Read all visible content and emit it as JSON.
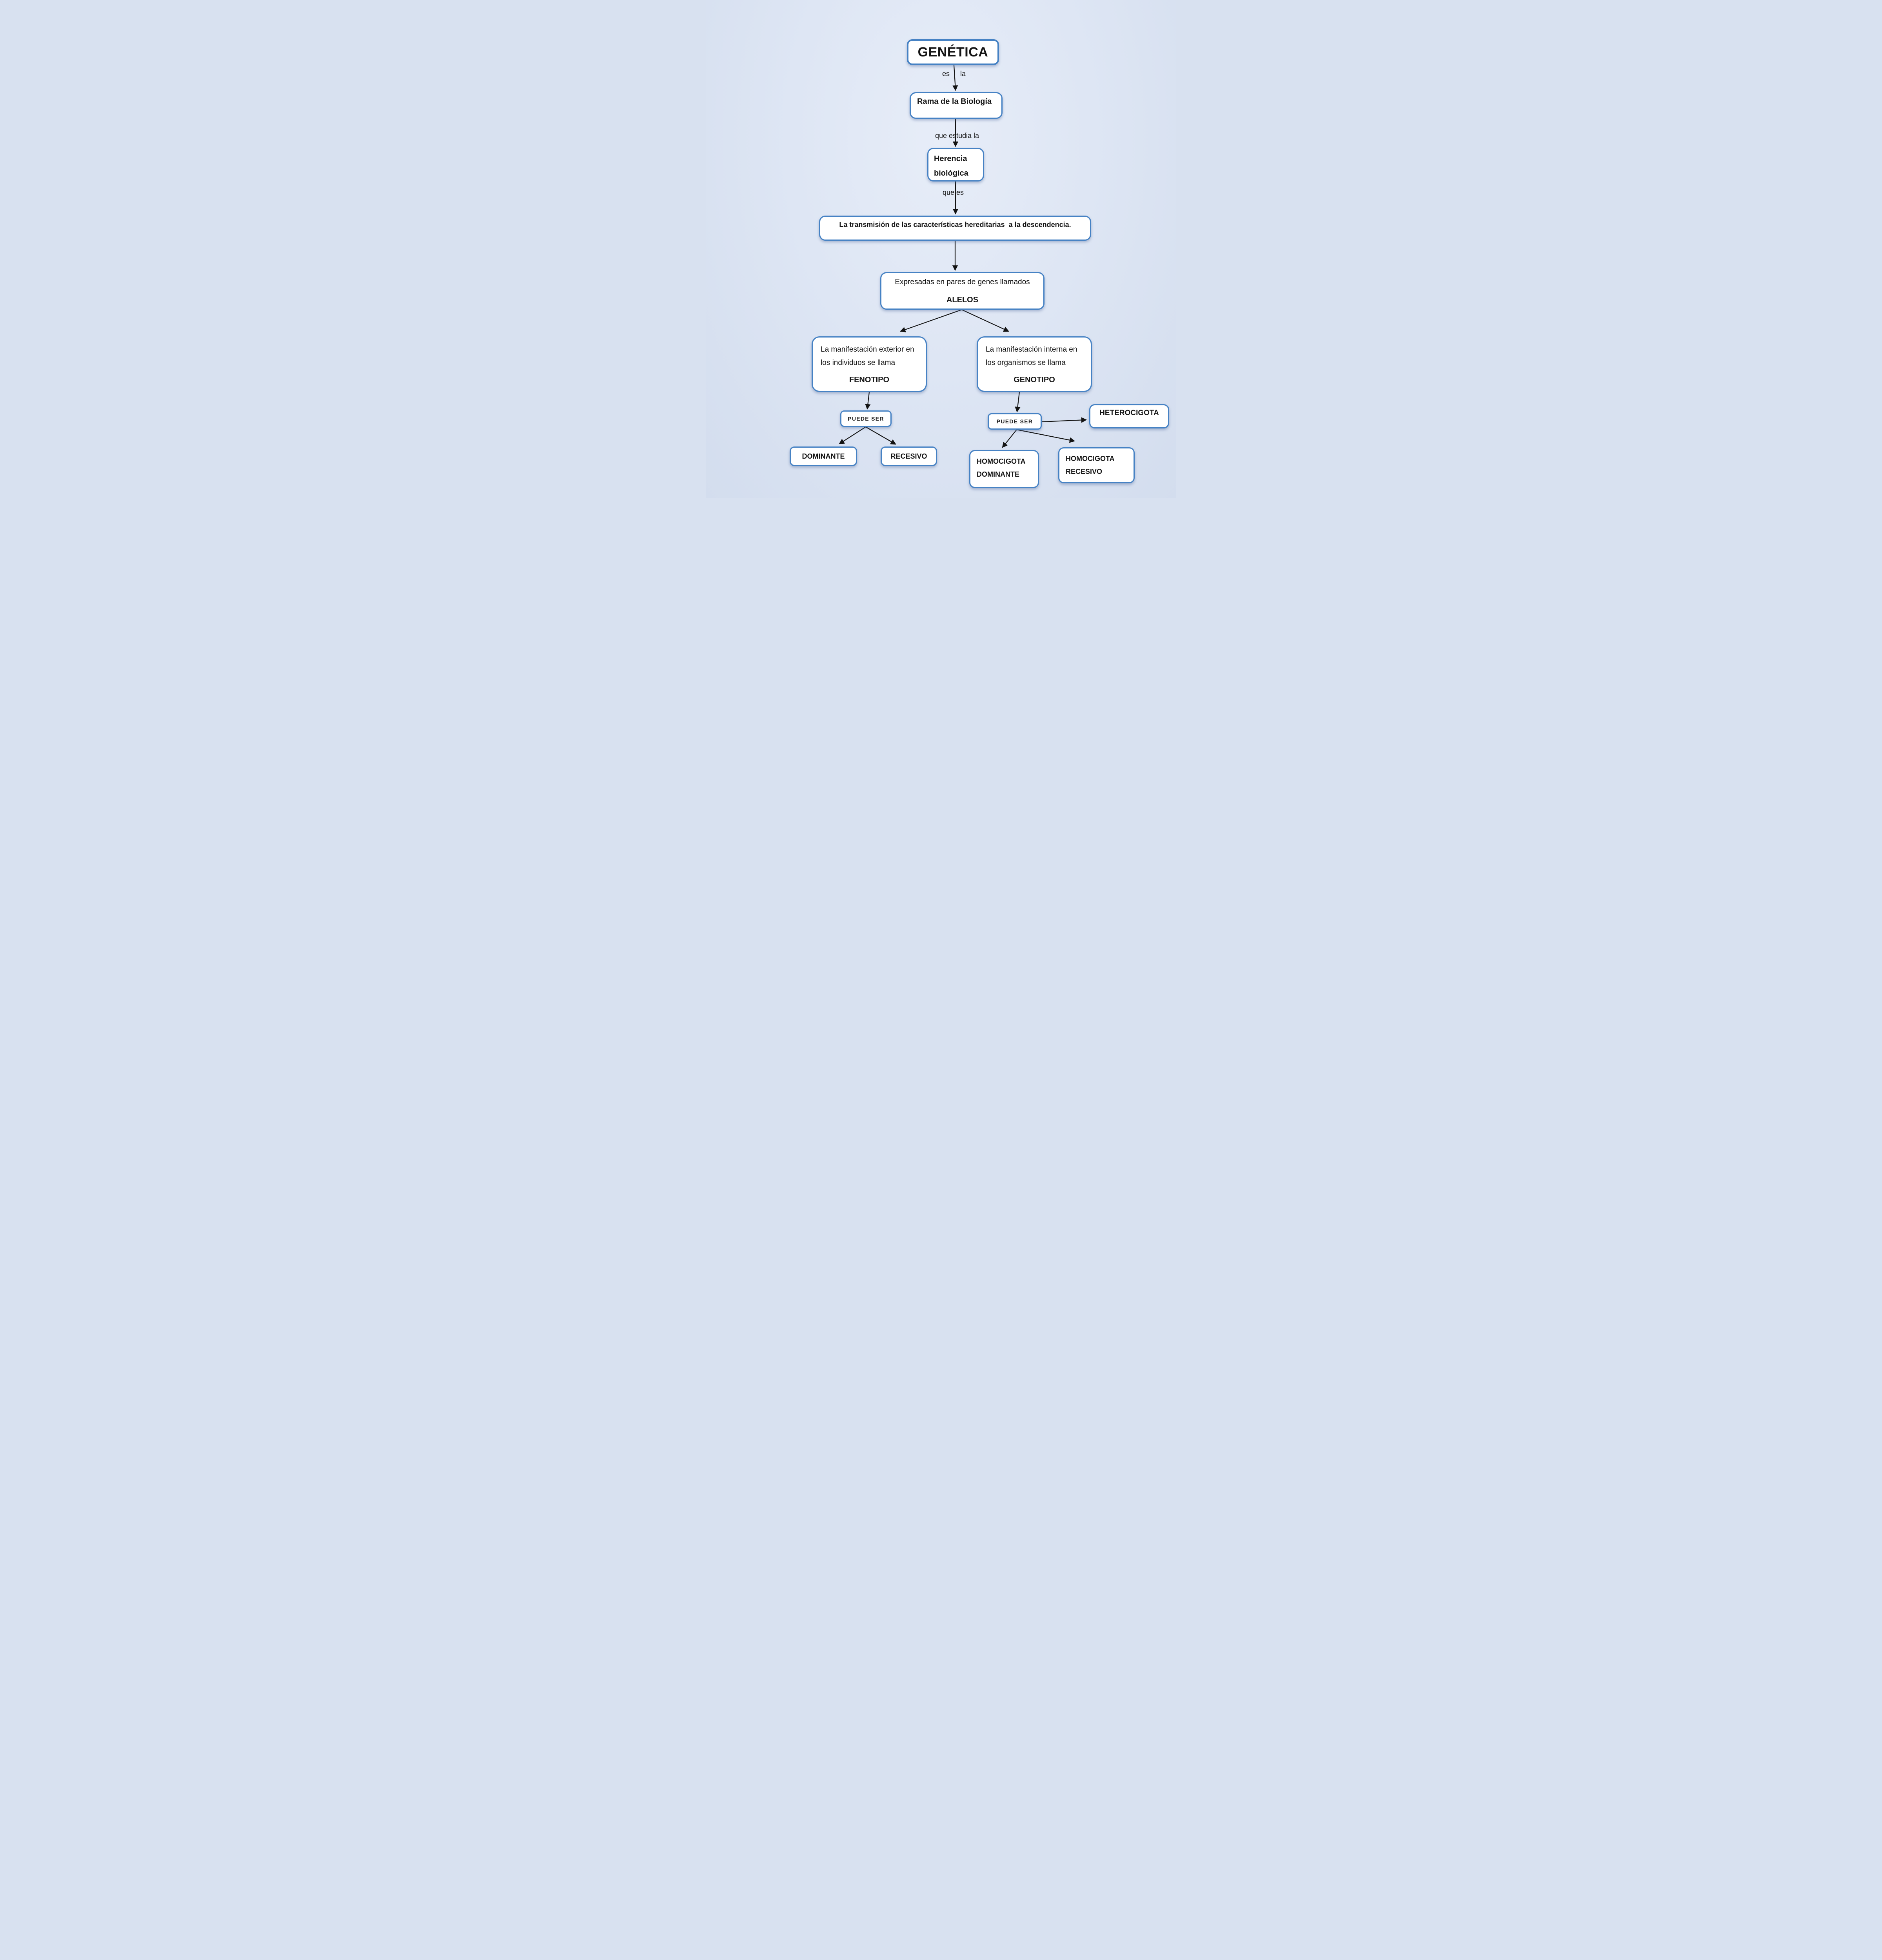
{
  "diagram": {
    "title": "GENÉTICA",
    "colors": {
      "background": "#dee6f4",
      "node_border": "#4682c4",
      "node_fill": "#ffffff",
      "text": "#141414",
      "arrow": "#131313"
    },
    "nodes": {
      "genetica": {
        "label": "GENÉTICA"
      },
      "rama": {
        "label": "Rama de la Biología"
      },
      "herencia": {
        "line1": "Herencia",
        "line2": "biológica"
      },
      "transmision": {
        "label": "La transmisión de las características hereditarias  a la descendencia."
      },
      "alelos": {
        "body": "Expresadas en pares de genes llamados",
        "keyword": "ALELOS"
      },
      "fenotipo": {
        "body": "La manifestación exterior en los individuos se llama",
        "keyword": "FENOTIPO"
      },
      "genotipo": {
        "body": "La manifestación interna en los organismos se llama",
        "keyword": "GENOTIPO"
      },
      "puede_ser_left": {
        "label": "PUEDE SER"
      },
      "puede_ser_right": {
        "label": "PUEDE SER"
      },
      "dominante": {
        "label": "DOMINANTE"
      },
      "recesivo": {
        "label": "RECESIVO"
      },
      "heterocigota": {
        "label": "HETEROCIGOTA"
      },
      "homocigota_dominante": {
        "line1": "HOMOCIGOTA",
        "line2": "DOMINANTE"
      },
      "homocigota_recesivo": {
        "line1": "HOMOCIGOTA",
        "line2": "RECESIVO"
      }
    },
    "connector_labels": {
      "es": "es",
      "la": "la",
      "que_estudia_la": "que estudia la",
      "que_es": "que es"
    }
  }
}
